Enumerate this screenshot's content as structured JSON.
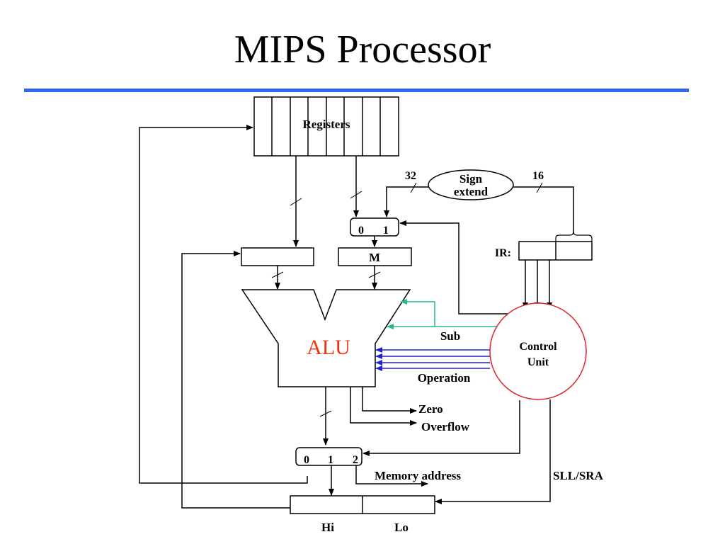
{
  "slide": {
    "title": "MIPS Processor",
    "accent_color": "#3366ee"
  },
  "diagram": {
    "registers_label": "Registers",
    "sign_extend_label_line1": "Sign",
    "sign_extend_label_line2": "extend",
    "width_32": "32",
    "width_16": "16",
    "mux_top_inputs": [
      "0",
      "1"
    ],
    "m_register_label": "M",
    "ir_label": "IR:",
    "alu_label": "ALU",
    "sub_label": "Sub",
    "operation_label": "Operation",
    "control_unit_line1": "Control",
    "control_unit_line2": "Unit",
    "zero_label": "Zero",
    "overflow_label": "Overflow",
    "mux_bottom_inputs": [
      "0",
      "1",
      "2"
    ],
    "memory_address_label": "Memory address",
    "sll_sra_label": "SLL/SRA",
    "hi_label": "Hi",
    "lo_label": "Lo",
    "colors": {
      "alu_text": "#ee3311",
      "control_unit_outline": "#dd2233",
      "sub_signal": "#22bb88",
      "operation_signal": "#2222cc"
    }
  }
}
